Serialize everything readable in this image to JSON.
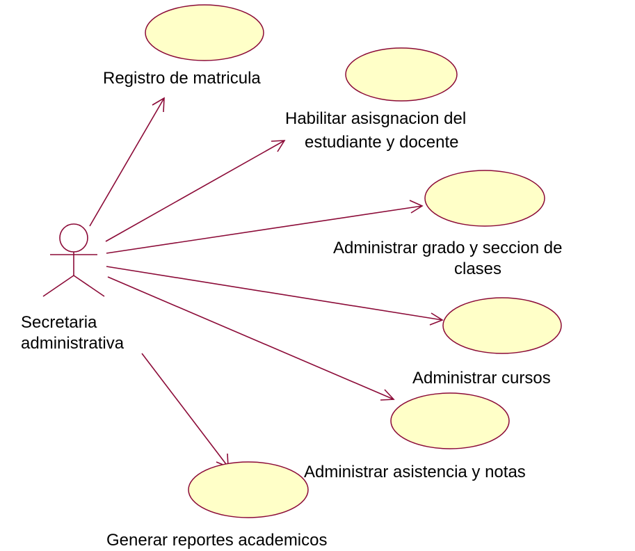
{
  "actor": {
    "label_lines": [
      "Secretaria",
      "administrativa"
    ]
  },
  "use_cases": [
    {
      "id": "registro-matricula",
      "label_lines": [
        "Registro de matricula"
      ]
    },
    {
      "id": "habilitar-asignacion",
      "label_lines": [
        "Habilitar asisgnacion del",
        "estudiante y docente"
      ]
    },
    {
      "id": "administrar-grado",
      "label_lines": [
        "Administrar grado y seccion de",
        "clases"
      ]
    },
    {
      "id": "administrar-cursos",
      "label_lines": [
        "Administrar cursos"
      ]
    },
    {
      "id": "administrar-asistencia",
      "label_lines": [
        "Administrar asistencia y notas"
      ]
    },
    {
      "id": "generar-reportes",
      "label_lines": [
        "Generar reportes academicos"
      ]
    }
  ],
  "colors": {
    "line": "#8b0a37",
    "use_case_fill": "#ffffc8",
    "text": "#000000",
    "background": "#ffffff"
  }
}
